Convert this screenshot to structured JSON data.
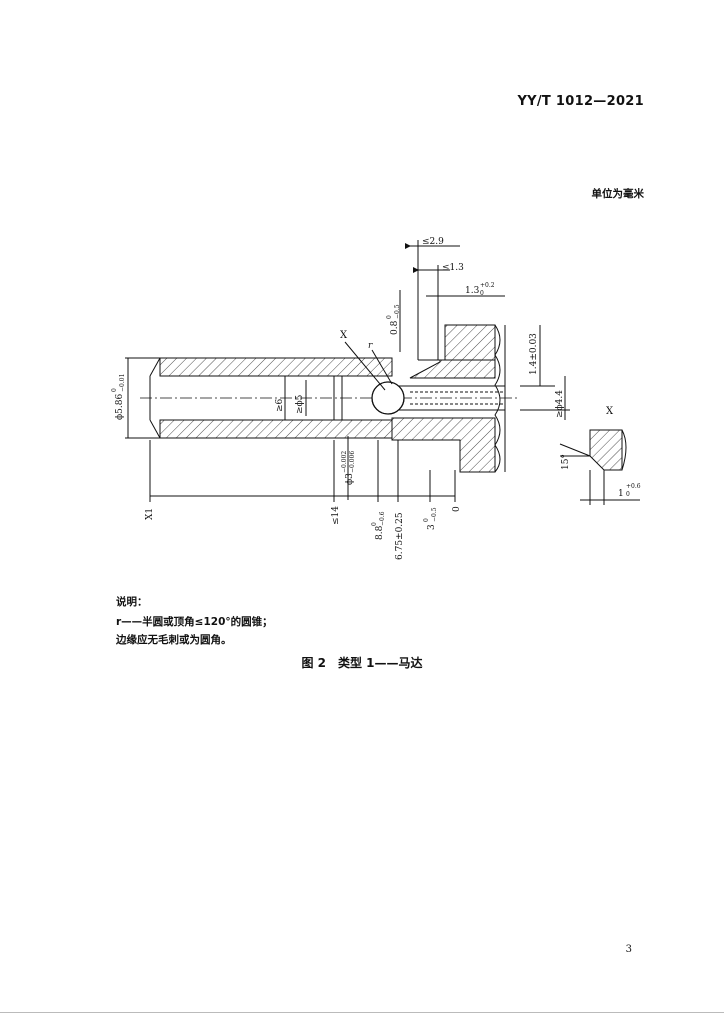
{
  "header": {
    "standard_code": "YY/T 1012—2021"
  },
  "unit_note": "单位为毫米",
  "figure": {
    "dims": {
      "d_le_2_9": "≤2.9",
      "d_le_1_3": "≤1.3",
      "d_1_3_tol": "1.3",
      "d_1_3_tol_sup": "+0.2",
      "d_1_3_tol_sub": "0",
      "d_0_8": "0.8",
      "d_0_8_sup": "0",
      "d_0_8_sub": "−0.5",
      "d_1_4": "1.4±0.03",
      "d_ge_4_4": "≥ϕ4.4",
      "d_5_86": "ϕ5.86",
      "d_5_86_sup": "0",
      "d_5_86_sub": "−0.01",
      "d_ge_6": "≥6",
      "d_ge_5": "≥ϕ5",
      "d_3": "ϕ3",
      "d_3_sup": "−0.002",
      "d_3_sub": "−0.006",
      "d_le_14": "≤14",
      "d_8_8": "8.8",
      "d_8_8_sup": "0",
      "d_8_8_sub": "−0.6",
      "d_6_75": "6.75±0.25",
      "d_3b": "3",
      "d_3b_sup": "0",
      "d_3b_sub": "−0.5",
      "d_zero": "0",
      "axis_x1": "X1"
    },
    "labels": {
      "x_label": "X",
      "r_label": "r",
      "detail_label": "X",
      "detail_angle": "15°",
      "detail_len": "1",
      "detail_len_sup": "+0.6",
      "detail_len_sub": "0"
    }
  },
  "notes": {
    "title": "说明：",
    "line1": "r——半圆或顶角≤120°的圆锥；",
    "line2": "边缘应无毛刺或为圆角。"
  },
  "caption": {
    "number": "图 2",
    "title": "类型 1——马达"
  },
  "page_number": "3"
}
